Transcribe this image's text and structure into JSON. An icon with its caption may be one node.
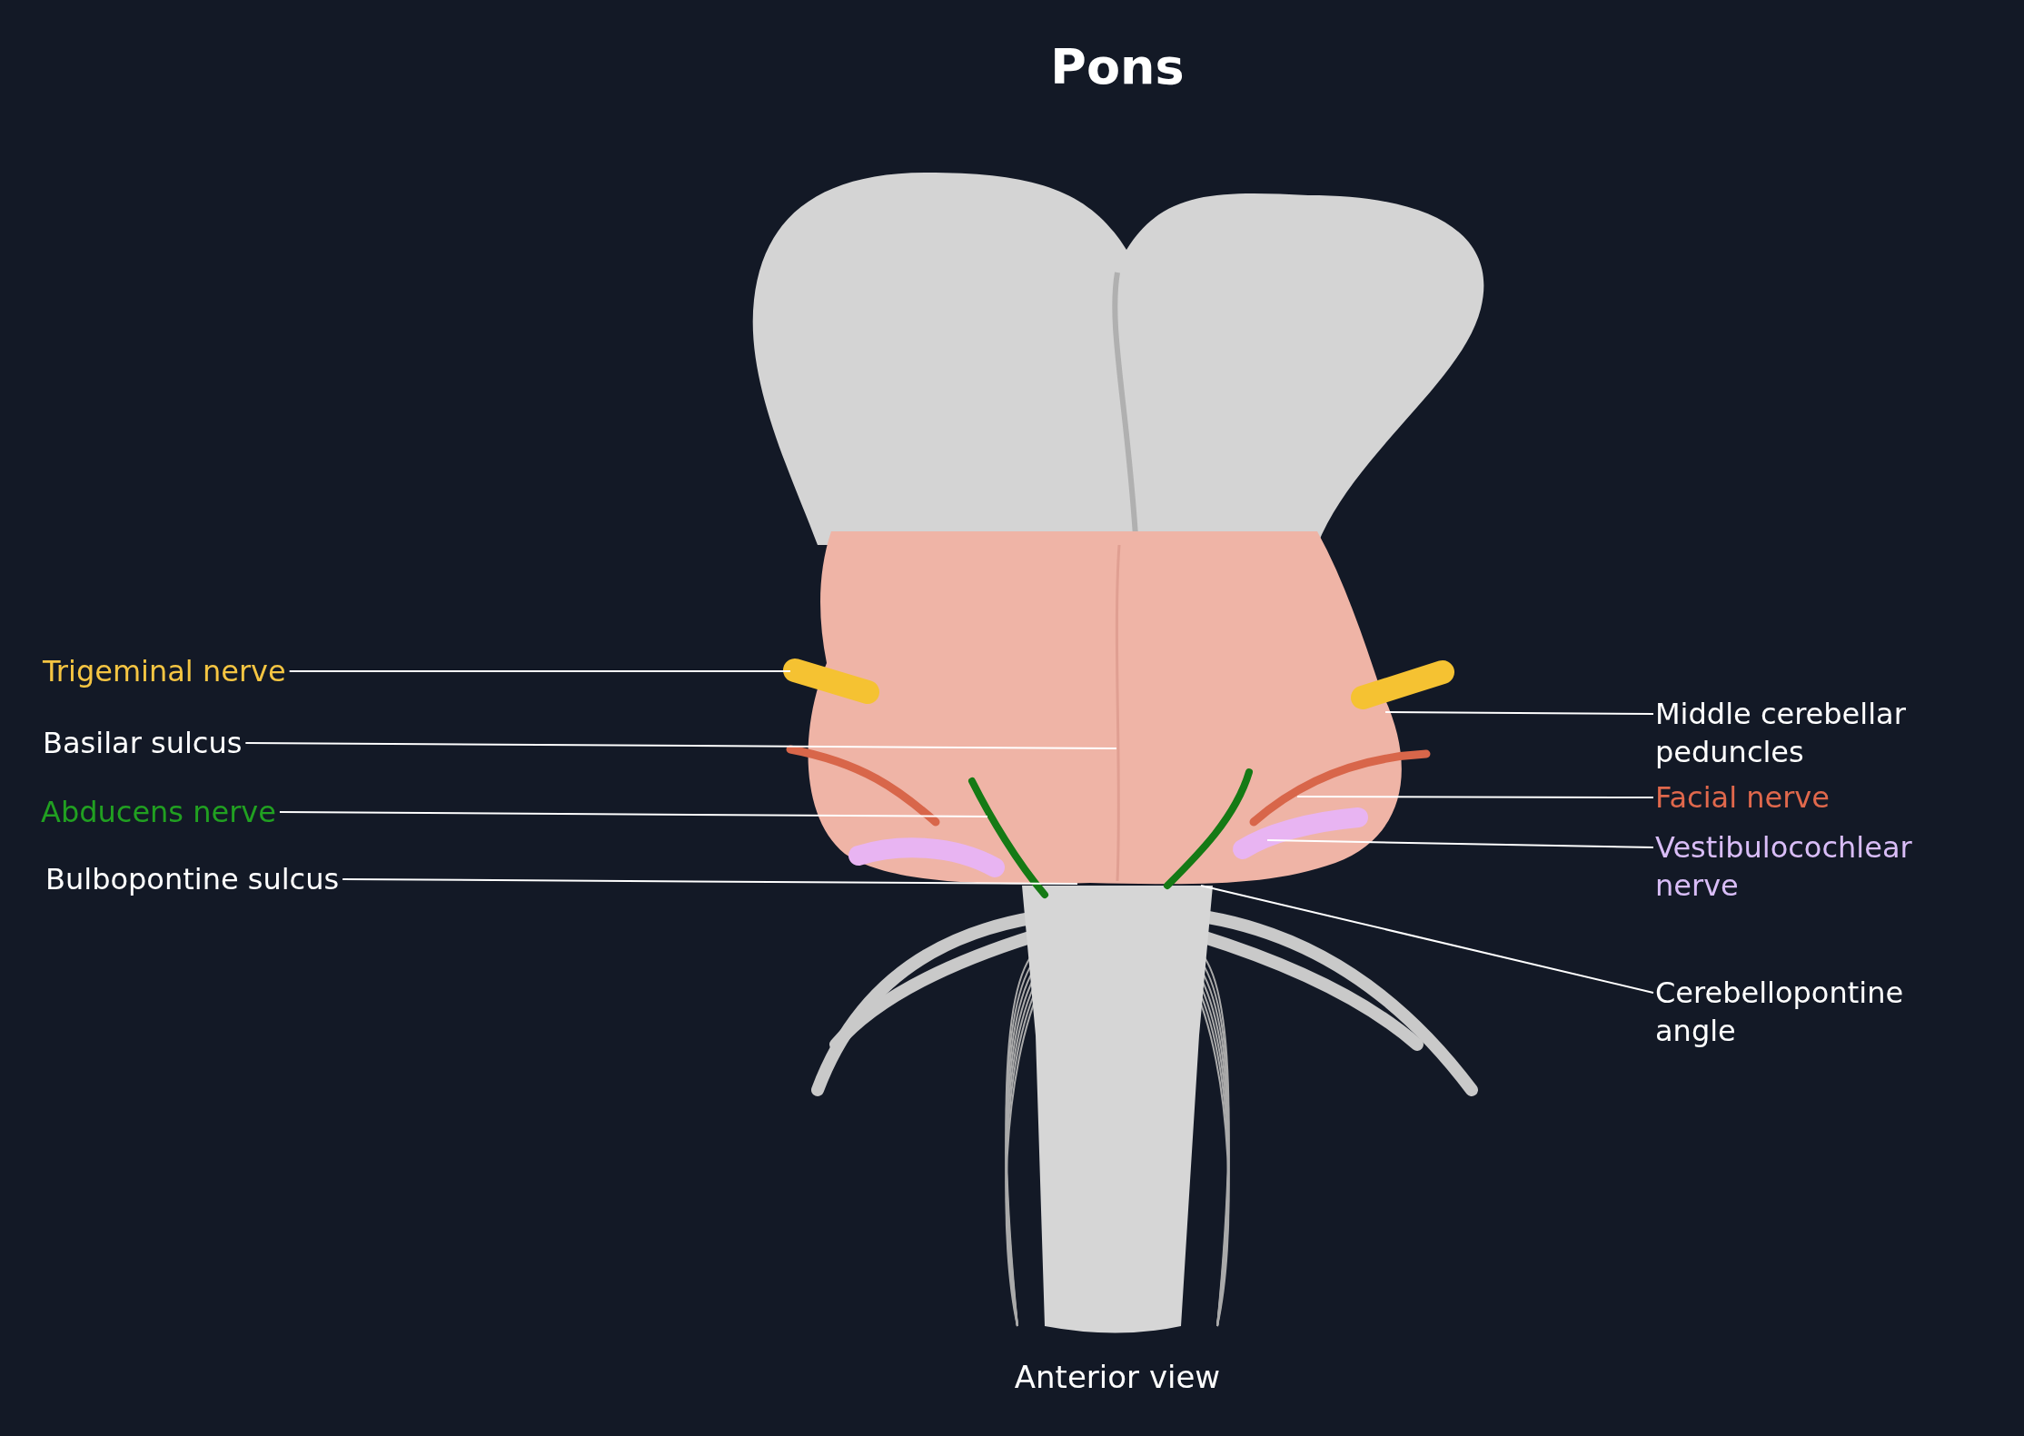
{
  "diagram": {
    "title": "Pons",
    "caption": "Anterior view",
    "nodes": [
      {
        "text": [
          "Trigeminal nerve"
        ]
      },
      {
        "text": [
          "Basilar sulcus"
        ]
      },
      {
        "text": [
          "Abducens nerve"
        ]
      },
      {
        "text": [
          "Bulbopontine sulcus"
        ]
      },
      {
        "text": [
          "Middle cerebellar peduncles"
        ]
      },
      {
        "text": [
          "Facial nerve"
        ]
      },
      {
        "text": [
          "Vestibulocochlear nerve"
        ]
      },
      {
        "text": [
          "Cerebellopontine angle"
        ]
      },
      {
        "text": [],
        "shape": "picture"
      },
      {
        "text": [],
        "shape": "picture"
      },
      {
        "text": [],
        "shape": "picture"
      },
      {
        "text": [],
        "shape": "picture"
      }
    ],
    "edges": [
      {
        "from": 0,
        "to": 8,
        "arrow": "none"
      },
      {
        "from": 1,
        "to": null,
        "arrow": "none"
      },
      {
        "from": 2,
        "to": 9,
        "arrow": "none"
      },
      {
        "from": 3,
        "to": null,
        "arrow": "none"
      },
      {
        "from": 4,
        "to": null,
        "arrow": "none"
      },
      {
        "from": 5,
        "to": 10,
        "arrow": "none"
      },
      {
        "from": 6,
        "to": 11,
        "arrow": "none"
      },
      {
        "from": 7,
        "to": null,
        "arrow": "none"
      }
    ]
  }
}
